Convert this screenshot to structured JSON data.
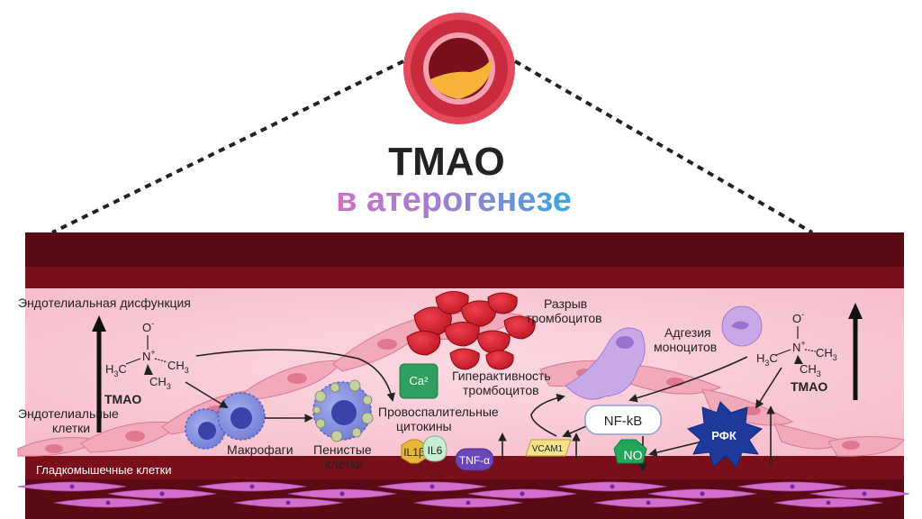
{
  "title": {
    "line1": "TMAO",
    "line2": "в атерогенезе"
  },
  "labels": {
    "endothelial_dysfunction": "Эндотелиальная дисфункция",
    "endothelial_cells_1": "Эндотелиальные",
    "endothelial_cells_2": "клетки",
    "smooth_muscle": "Гладкомышечные клетки",
    "macrophages": "Макрофаги",
    "foam_cells_1": "Пенистые",
    "foam_cells_2": "клетки",
    "proinflammatory_1": "Провоспалительные",
    "proinflammatory_2": "цитокины",
    "platelet_rupture_1": "Разрыв",
    "platelet_rupture_2": "тромбоцитов",
    "platelet_hyper_1": "Гиперактивность",
    "platelet_hyper_2": "тромбоцитов",
    "monocyte_adhesion_1": "Адгезия",
    "monocyte_adhesion_2": "моноцитов",
    "tmao_left": "TMAO",
    "tmao_right": "TMAO"
  },
  "molecule": {
    "o_minus": "O",
    "minus": "-",
    "n_plus": "N",
    "plus": "+",
    "h3c": "H",
    "h3c_sub": "3",
    "h3c_c": "C",
    "ch3_c": "CH",
    "ch3_sub": "3"
  },
  "badges": {
    "ca": "Ca²",
    "il1b": "IL1β",
    "il6": "IL6",
    "tnfa": "TNF-α",
    "vcam1": "VCAM1",
    "nfkb": "NF-kB",
    "no": "NO",
    "rfk": "РФК"
  },
  "colors": {
    "title_purple": "#9b7fd4",
    "title_pink": "#d078c8",
    "title_blue": "#40a6dc",
    "artery_red": "#d9364a",
    "vessel_dark": "#5a0a12",
    "vessel_mid": "#7a0f1c",
    "lumen_pink": "#f9c9d3",
    "endothelial": "#f0a8b8",
    "macrophage": "#7a86d8",
    "foam_cell": "#8690d8",
    "platelet": "#d41f2f",
    "monocyte": "#c6a4e6",
    "ca_green": "#2f9e5f",
    "il1b": "#e7b53a",
    "il6": "#c9ecd2",
    "tnfa": "#6a46b8",
    "vcam": "#f4e38a",
    "nfkb_bg": "#ffffff",
    "no_green": "#22a65a",
    "rfk_navy": "#1d3a9a",
    "muscle_violet": "#d86ad8"
  }
}
